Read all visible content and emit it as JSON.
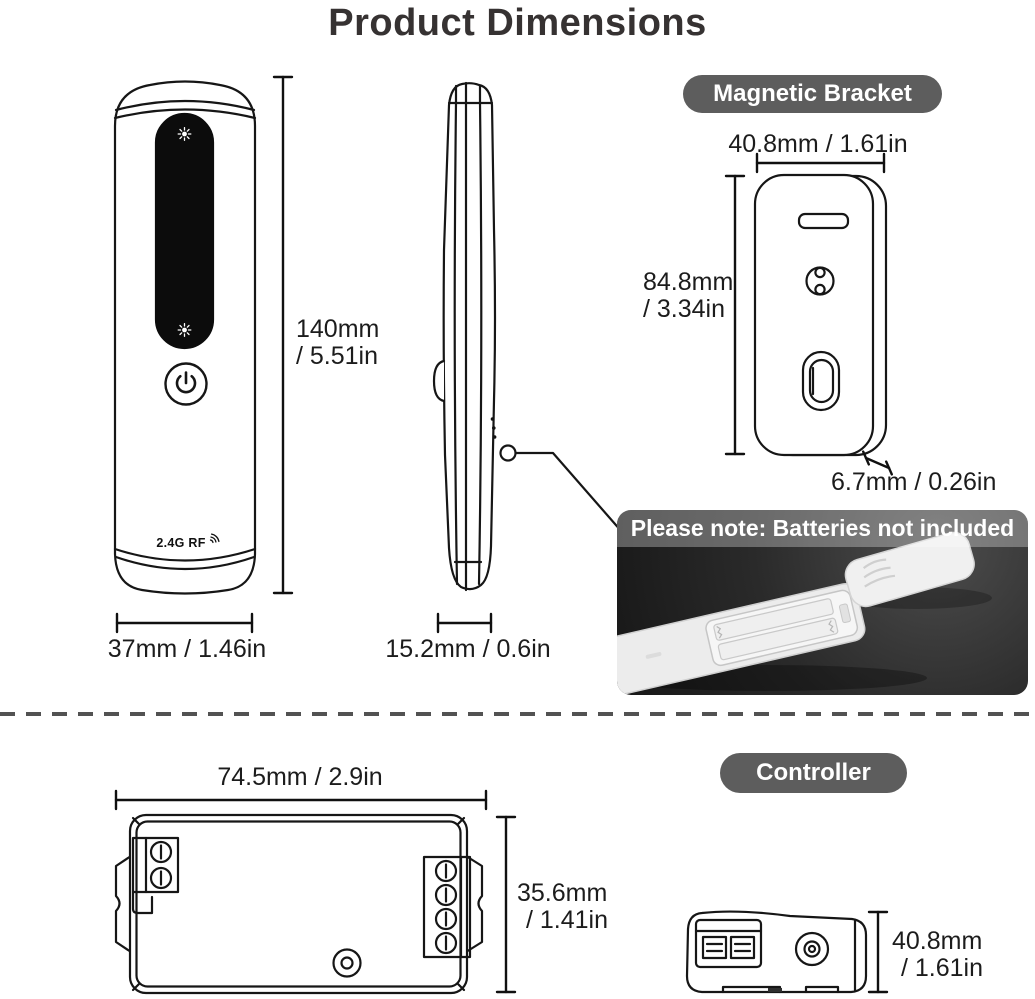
{
  "page": {
    "title": "Product Dimensions"
  },
  "badges": {
    "magnetic_bracket": "Magnetic Bracket",
    "controller": "Controller"
  },
  "remote_front": {
    "height_mm": "140mm",
    "height_in": "/ 5.51in",
    "width": "37mm / 1.46in",
    "rf_label": "2.4G RF"
  },
  "remote_side": {
    "depth": "15.2mm / 0.6in"
  },
  "bracket": {
    "width": "40.8mm / 1.61in",
    "height_mm": "84.8mm",
    "height_in": "/ 3.34in",
    "thickness": "6.7mm / 0.26in"
  },
  "battery_note": {
    "text": "Please note: Batteries not included"
  },
  "controller": {
    "width": "74.5mm / 2.9in",
    "height_mm": "35.6mm",
    "height_in": "/ 1.41in",
    "side_height_mm": "40.8mm",
    "side_height_in": "/ 1.61in"
  },
  "colors": {
    "badge_background": "#5d5d5d",
    "line_art": "#161616",
    "touch_panel": "#0c0c0c",
    "photo_background": "#262626"
  }
}
